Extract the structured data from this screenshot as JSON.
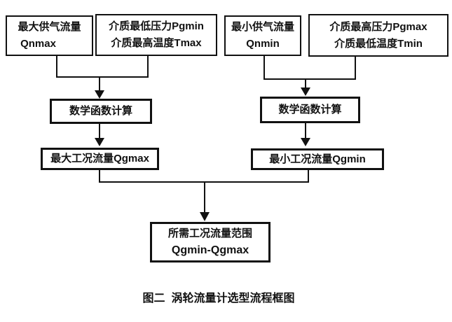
{
  "diagram": {
    "caption": "图二  涡轮流量计选型流程框图",
    "nodes": {
      "qnmax": {
        "line1": "最大供气流量",
        "line2": "Qnmax"
      },
      "pgmin_tmax": {
        "line1": "介质最低压力Pgmin",
        "line2": "介质最高温度Tmax"
      },
      "qnmin": {
        "line1": "最小供气流量",
        "line2": "Qnmin"
      },
      "pgmax_tmin": {
        "line1": "介质最高压力Pgmax",
        "line2": "介质最低温度Tmin"
      },
      "math_left": {
        "label": "数学函数计算"
      },
      "math_right": {
        "label": "数学函数计算"
      },
      "qgmax": {
        "label": "最大工况流量Qgmax"
      },
      "qgmin": {
        "label": "最小工况流量Qgmin"
      },
      "result": {
        "line1": "所需工况流量范围",
        "line2": "Qgmin-Qgmax"
      }
    },
    "colors": {
      "line": "#111111",
      "background": "#ffffff"
    }
  }
}
